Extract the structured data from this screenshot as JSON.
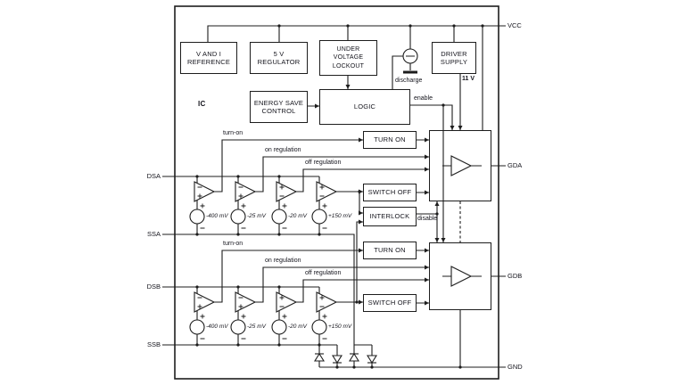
{
  "ic": {
    "label": "IC"
  },
  "pins": {
    "dsa": "DSA",
    "ssa": "SSA",
    "dsb": "DSB",
    "ssb": "SSB",
    "vcc": "VCC",
    "gda": "GDA",
    "gdb": "GDB",
    "gnd": "GND"
  },
  "blocks": {
    "v_and_i_reference": {
      "line1": "V AND I",
      "line2": "REFERENCE"
    },
    "regulator_5v": {
      "line1": "5 V",
      "line2": "REGULATOR"
    },
    "under_voltage_lockout": {
      "line1": "UNDER",
      "line2": "VOLTAGE",
      "line3": "LOCKOUT"
    },
    "driver_supply": {
      "line1": "DRIVER",
      "line2": "SUPPLY"
    },
    "energy_save_control": {
      "line1": "ENERGY SAVE",
      "line2": "CONTROL"
    },
    "logic": {
      "label": "LOGIC"
    },
    "turn_on": {
      "label": "TURN ON"
    },
    "switch_off": {
      "label": "SWITCH OFF"
    },
    "interlock": {
      "label": "INTERLOCK"
    }
  },
  "signals": {
    "turn_on": "turn-on",
    "on_regulation": "on regulation",
    "off_regulation": "off regulation",
    "discharge": "discharge",
    "enable": "enable",
    "disable": "disable",
    "driver_voltage": "11 V"
  },
  "thresholds": [
    "-400 mV",
    "-25 mV",
    "-20 mV",
    "+150 mV"
  ]
}
